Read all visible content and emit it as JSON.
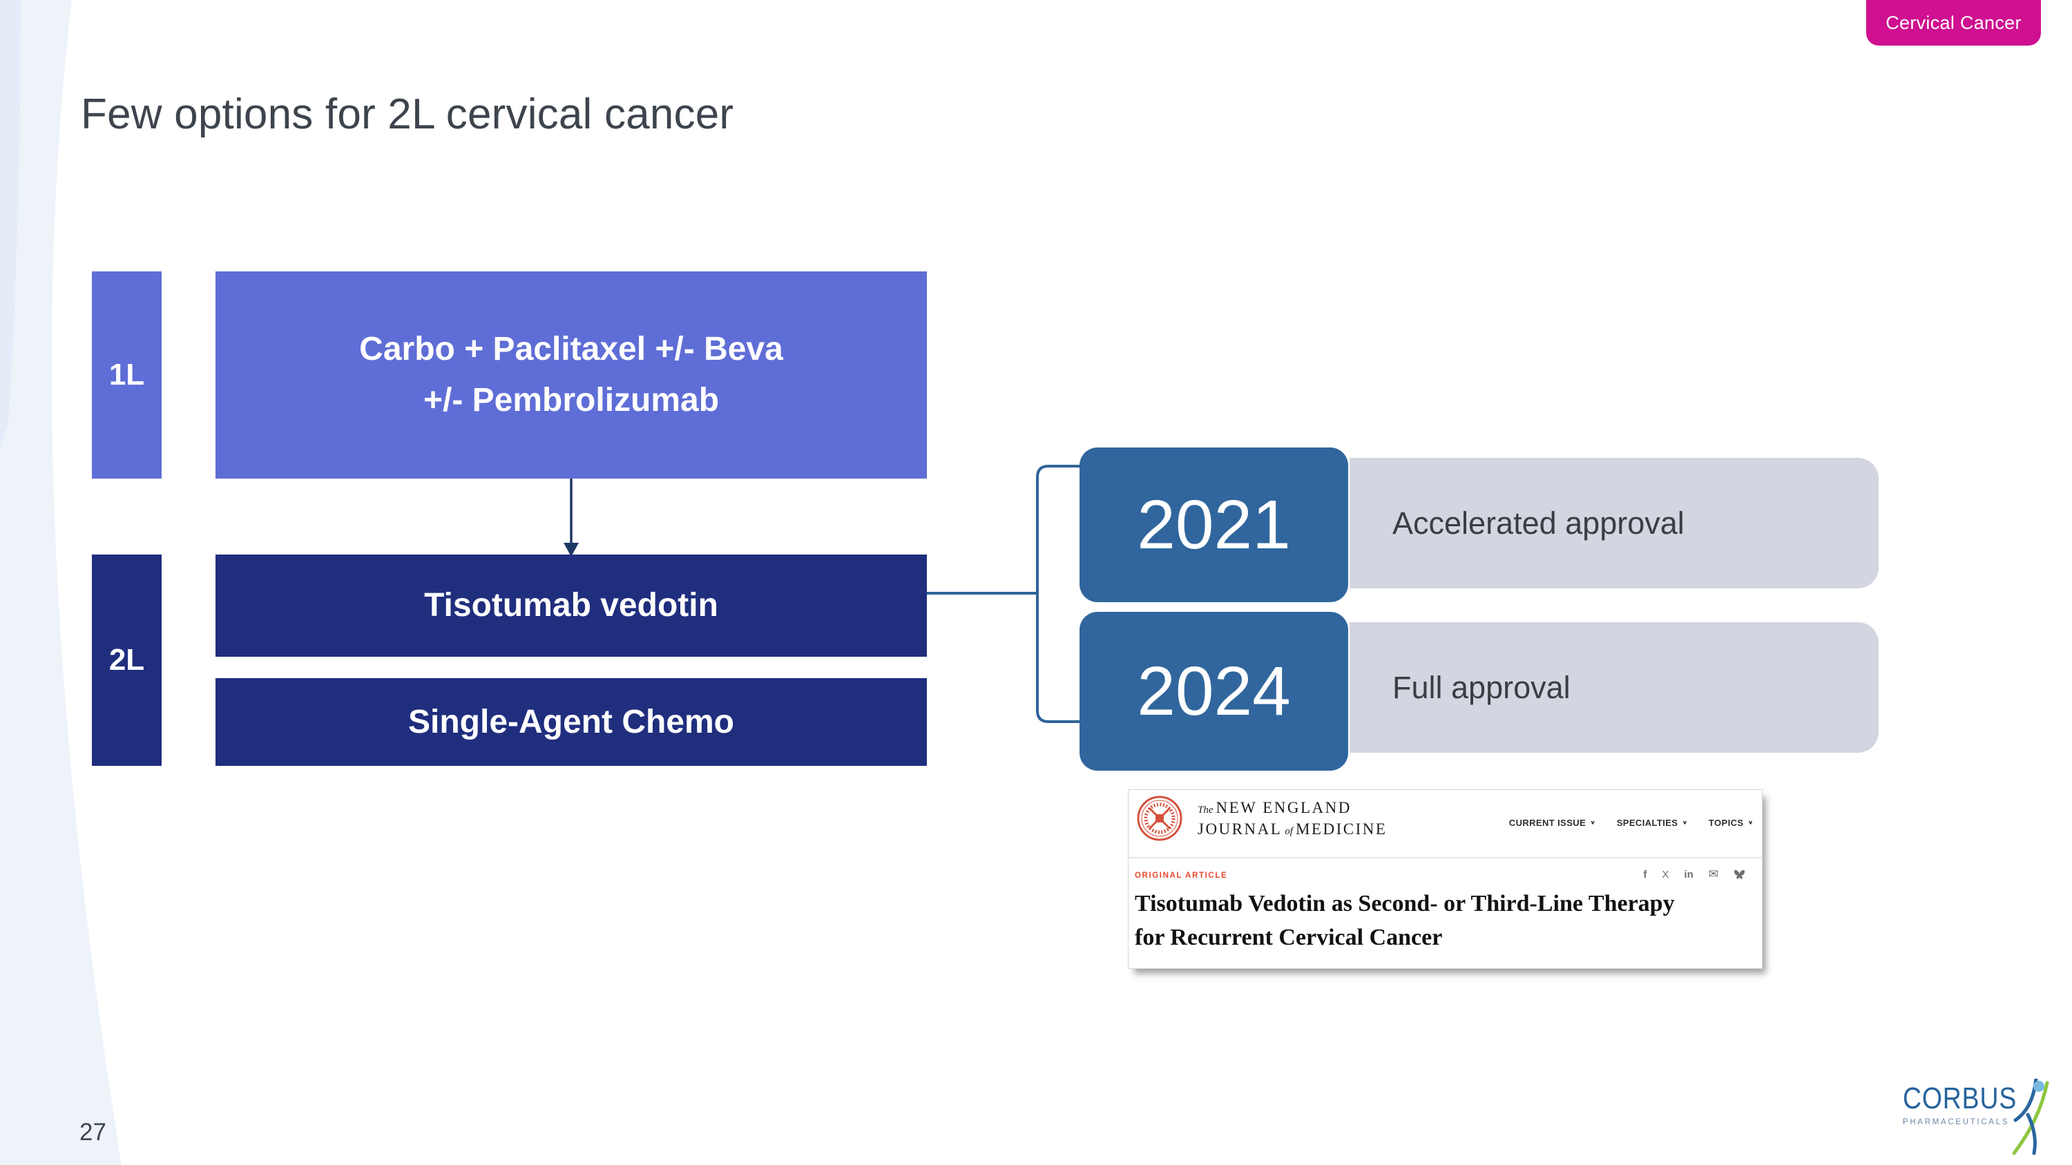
{
  "slide": {
    "title": "Few options for 2L cervical cancer",
    "page_number": "27",
    "tag": {
      "label": "Cervical Cancer",
      "bg": "#cf1090"
    }
  },
  "diagram": {
    "row_1l": {
      "label": "1L",
      "box_line1": "Carbo + Paclitaxel +/- Beva",
      "box_line2": "+/- Pembrolizumab",
      "color": "#5f6ed6"
    },
    "row_2l": {
      "label": "2L",
      "box1": "Tisotumab vedotin",
      "box2": "Single-Agent Chemo",
      "color": "#202e7e"
    },
    "arrow_color": "#1f3864",
    "connector_color": "#2f639a"
  },
  "timeline": {
    "year_bg": "#30669d",
    "label_bg": "#d3d6e0",
    "items": [
      {
        "year": "2021",
        "label": "Accelerated approval"
      },
      {
        "year": "2024",
        "label": "Full approval"
      }
    ]
  },
  "nejm": {
    "masthead": {
      "the": "The",
      "line1": "NEW ENGLAND",
      "line2_a": "JOURNAL",
      "of": "of",
      "line2_b": "MEDICINE"
    },
    "chevron": "∨",
    "nav": [
      {
        "label": "CURRENT ISSUE"
      },
      {
        "label": "SPECIALTIES"
      },
      {
        "label": "TOPICS"
      }
    ],
    "kicker": "ORIGINAL ARTICLE",
    "article_title_line1": "Tisotumab Vedotin as Second- or Third-Line Therapy",
    "article_title_line2": "for Recurrent Cervical Cancer",
    "share_icons": [
      {
        "name": "facebook-icon",
        "glyph": "f"
      },
      {
        "name": "x-icon",
        "glyph": "X"
      },
      {
        "name": "linkedin-icon",
        "glyph": "in"
      },
      {
        "name": "email-icon",
        "glyph": "✉"
      },
      {
        "name": "bluesky-icon",
        "glyph": ""
      }
    ],
    "seal_color": "#d5503c",
    "kicker_color": "#e4492f"
  },
  "logo": {
    "name": "CORBUS",
    "sub": "PHARMACEUTICALS",
    "blue": "#27649e",
    "green": "#8dc63f"
  }
}
